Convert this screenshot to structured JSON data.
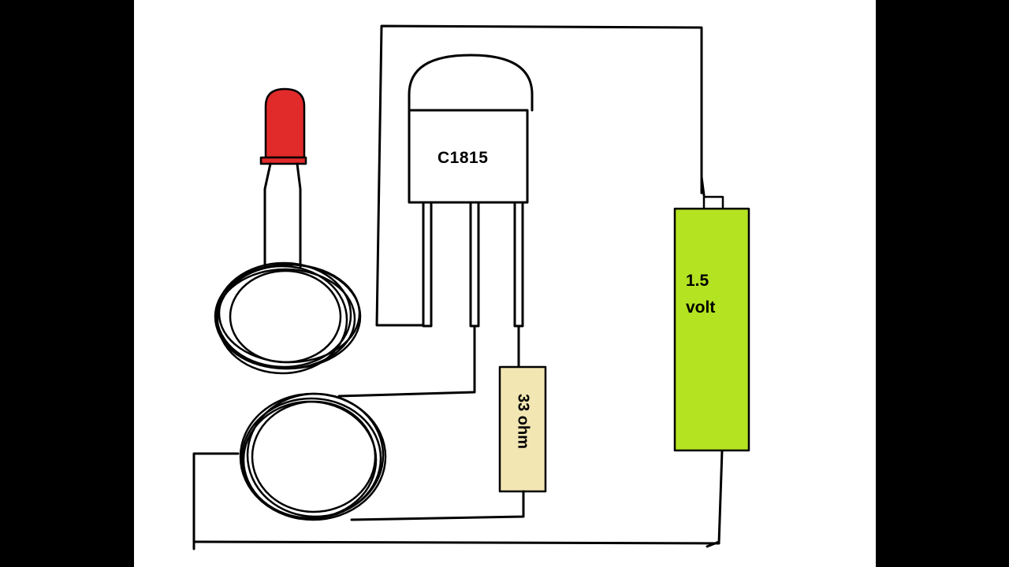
{
  "diagram": {
    "transistor": {
      "label": "C1815"
    },
    "resistor": {
      "label": "33 ohm"
    },
    "battery": {
      "line1": "1.5",
      "line2": "volt"
    }
  },
  "colors": {
    "background": "#000000",
    "canvas": "#ffffff",
    "led": "#e12a2a",
    "battery": "#b4e321",
    "resistor": "#f2e6b3",
    "wire": "#000000"
  },
  "icons": [
    "led-icon",
    "coil-icon",
    "transistor-icon",
    "resistor-icon",
    "battery-icon"
  ]
}
